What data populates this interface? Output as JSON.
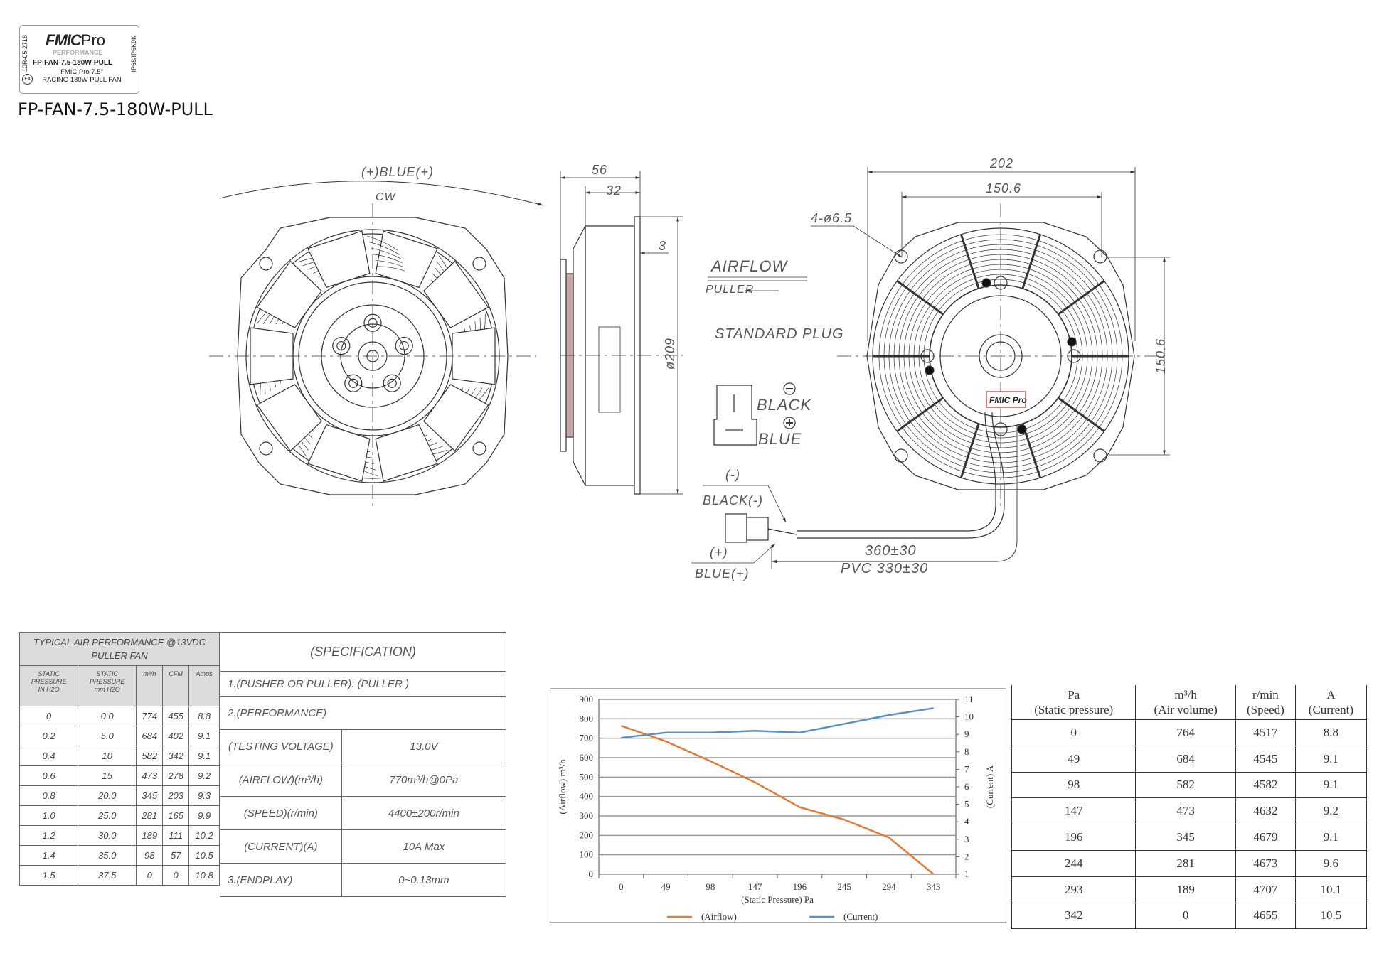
{
  "label": {
    "logo": "FMIC",
    "logo_suffix": "Pro",
    "logo_sub": "PERFORMANCE",
    "part_number": "FP-FAN-7.5-180W-PULL",
    "line1": "FMIC.Pro 7.5\"",
    "line2": "RACING 180W PULL FAN",
    "approval": "10R-05 2718",
    "emark": "E4",
    "rating": "IP68/IP6K9K"
  },
  "title": "FP-FAN-7.5-180W-PULL",
  "drawing": {
    "front": {
      "polarity": "(+)BLUE(+)",
      "rotation": "CW"
    },
    "side": {
      "depth_total": "56",
      "depth_body": "32",
      "flange": "3",
      "diameter": "ø209"
    },
    "rear": {
      "width": "202",
      "hole_spacing_h": "150.6",
      "hole_spacing_v": "150.6",
      "holes": "4-ø6.5",
      "airflow": "AIRFLOW",
      "puller": "PULLER",
      "plug": "STANDARD PLUG",
      "plug_black": "BLACK",
      "plug_blue": "BLUE",
      "neg": "(-)",
      "black_neg": "BLACK(-)",
      "pos": "(+)",
      "blue_pos": "BLUE(+)",
      "lead_length": "360±30",
      "pvc_length": "PVC 330±30"
    }
  },
  "performance_table": {
    "title_line1": "TYPICAL AIR PERFORMANCE @13VDC",
    "title_line2": "PULLER FAN",
    "headers": [
      [
        "STATIC",
        "PRESSURE",
        "IN H2O"
      ],
      [
        "STATIC",
        "PRESSURE",
        "mm H2O"
      ],
      [
        "m³/h"
      ],
      [
        "CFM"
      ],
      [
        "Amps"
      ]
    ],
    "rows": [
      [
        "0",
        "0.0",
        "774",
        "455",
        "8.8"
      ],
      [
        "0.2",
        "5.0",
        "684",
        "402",
        "9.1"
      ],
      [
        "0.4",
        "10",
        "582",
        "342",
        "9.1"
      ],
      [
        "0.6",
        "15",
        "473",
        "278",
        "9.2"
      ],
      [
        "0.8",
        "20.0",
        "345",
        "203",
        "9.3"
      ],
      [
        "1.0",
        "25.0",
        "281",
        "165",
        "9.9"
      ],
      [
        "1.2",
        "30.0",
        "189",
        "111",
        "10.2"
      ],
      [
        "1.4",
        "35.0",
        "98",
        "57",
        "10.5"
      ],
      [
        "1.5",
        "37.5",
        "0",
        "0",
        "10.8"
      ]
    ]
  },
  "specification": {
    "title": "(SPECIFICATION)",
    "type": "1.(PUSHER OR PULLER): (PULLER )",
    "performance": "2.(PERFORMANCE)",
    "rows": [
      [
        "(TESTING VOLTAGE)",
        "13.0V"
      ],
      [
        "(AIRFLOW)(m³/h)",
        "770m³/h@0Pa"
      ],
      [
        "(SPEED)(r/min)",
        "4400±200r/min"
      ],
      [
        "(CURRENT)(A)",
        "10A Max"
      ],
      [
        "3.(ENDPLAY)",
        "0~0.13mm"
      ]
    ]
  },
  "chart_data": {
    "type": "line",
    "categories": [
      "0",
      "49",
      "98",
      "147",
      "196",
      "245",
      "294",
      "343"
    ],
    "xlabel": "(Static  Pressure)  Pa",
    "ylabel": "(Airflow)  m³/h",
    "y2label": "(Current)  A",
    "ylim": [
      0,
      900
    ],
    "y2lim": [
      1,
      11
    ],
    "yticks": [
      0,
      100,
      200,
      300,
      400,
      500,
      600,
      700,
      800,
      900
    ],
    "y2ticks": [
      1,
      2,
      3,
      4,
      5,
      6,
      7,
      8,
      9,
      10,
      11
    ],
    "grid": true,
    "legend": "bottom",
    "series": [
      {
        "name": "(Airflow)",
        "axis": "left",
        "color": "#e07b39",
        "values": [
          764,
          684,
          582,
          473,
          345,
          281,
          189,
          0
        ]
      },
      {
        "name": "(Current)",
        "axis": "right",
        "color": "#5b8fc7",
        "values": [
          8.8,
          9.1,
          9.1,
          9.2,
          9.1,
          9.6,
          10.1,
          10.5
        ]
      }
    ]
  },
  "test_table": {
    "headers": [
      [
        "Pa",
        "(Static pressure)"
      ],
      [
        "m³/h",
        "(Air volume)"
      ],
      [
        "r/min",
        "(Speed)"
      ],
      [
        "A",
        "(Current)"
      ]
    ],
    "rows": [
      [
        "0",
        "764",
        "4517",
        "8.8"
      ],
      [
        "49",
        "684",
        "4545",
        "9.1"
      ],
      [
        "98",
        "582",
        "4582",
        "9.1"
      ],
      [
        "147",
        "473",
        "4632",
        "9.2"
      ],
      [
        "196",
        "345",
        "4679",
        "9.1"
      ],
      [
        "244",
        "281",
        "4673",
        "9.6"
      ],
      [
        "293",
        "189",
        "4707",
        "10.1"
      ],
      [
        "342",
        "0",
        "4655",
        "10.5"
      ]
    ]
  }
}
